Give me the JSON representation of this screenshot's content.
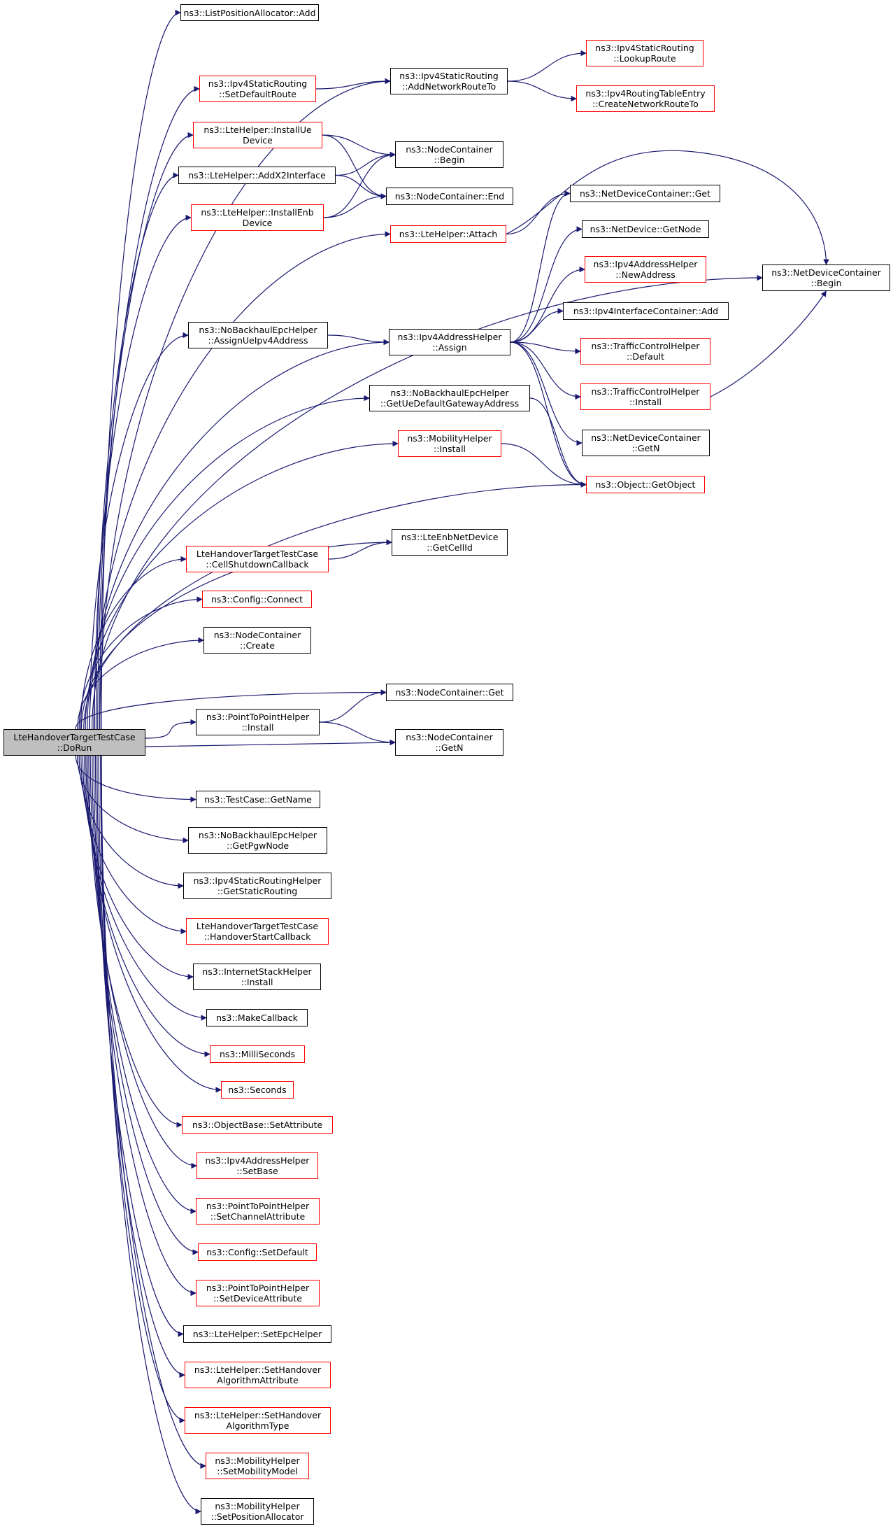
{
  "colors": {
    "edge": "#191970",
    "red_border": "#ff0000",
    "black_border": "#000000",
    "root_fill": "#bfbfbf"
  },
  "nodes": {
    "root": {
      "lines": [
        "LteHandoverTargetTestCase",
        "::DoRun"
      ]
    },
    "lpa_add": {
      "lines": [
        "ns3::ListPositionAllocator::Add"
      ]
    },
    "set_default_route": {
      "lines": [
        "ns3::Ipv4StaticRouting",
        "::SetDefaultRoute"
      ]
    },
    "add_network_route": {
      "lines": [
        "ns3::Ipv4StaticRouting",
        "::AddNetworkRouteTo"
      ]
    },
    "lookup_route": {
      "lines": [
        "ns3::Ipv4StaticRouting",
        "::LookupRoute"
      ]
    },
    "create_network_route": {
      "lines": [
        "ns3::Ipv4RoutingTableEntry",
        "::CreateNetworkRouteTo"
      ]
    },
    "install_ue": {
      "lines": [
        "ns3::LteHelper::InstallUe",
        "Device"
      ]
    },
    "add_x2": {
      "lines": [
        "ns3::LteHelper::AddX2Interface"
      ]
    },
    "install_enb": {
      "lines": [
        "ns3::LteHelper::InstallEnb",
        "Device"
      ]
    },
    "nc_begin": {
      "lines": [
        "ns3::NodeContainer",
        "::Begin"
      ]
    },
    "nc_end": {
      "lines": [
        "ns3::NodeContainer::End"
      ]
    },
    "attach": {
      "lines": [
        "ns3::LteHelper::Attach"
      ]
    },
    "ndc_get": {
      "lines": [
        "ns3::NetDeviceContainer::Get"
      ]
    },
    "nd_getnode": {
      "lines": [
        "ns3::NetDevice::GetNode"
      ]
    },
    "new_address": {
      "lines": [
        "ns3::Ipv4AddressHelper",
        "::NewAddress"
      ]
    },
    "ndc_begin": {
      "lines": [
        "ns3::NetDeviceContainer",
        "::Begin"
      ]
    },
    "ipv4ic_add": {
      "lines": [
        "ns3::Ipv4InterfaceContainer::Add"
      ]
    },
    "assign_ue": {
      "lines": [
        "ns3::NoBackhaulEpcHelper",
        "::AssignUeIpv4Address"
      ]
    },
    "ipv4ah_assign": {
      "lines": [
        "ns3::Ipv4AddressHelper",
        "::Assign"
      ]
    },
    "tch_default": {
      "lines": [
        "ns3::TrafficControlHelper",
        "::Default"
      ]
    },
    "tch_install": {
      "lines": [
        "ns3::TrafficControlHelper",
        "::Install"
      ]
    },
    "get_ue_gw": {
      "lines": [
        "ns3::NoBackhaulEpcHelper",
        "::GetUeDefaultGatewayAddress"
      ]
    },
    "mobility_install": {
      "lines": [
        "ns3::MobilityHelper",
        "::Install"
      ]
    },
    "ndc_getn": {
      "lines": [
        "ns3::NetDeviceContainer",
        "::GetN"
      ]
    },
    "get_object": {
      "lines": [
        "ns3::Object::GetObject"
      ]
    },
    "enb_cellid": {
      "lines": [
        "ns3::LteEnbNetDevice",
        "::GetCellId"
      ]
    },
    "cell_shutdown": {
      "lines": [
        "LteHandoverTargetTestCase",
        "::CellShutdownCallback"
      ]
    },
    "config_connect": {
      "lines": [
        "ns3::Config::Connect"
      ]
    },
    "nc_create": {
      "lines": [
        "ns3::NodeContainer",
        "::Create"
      ]
    },
    "nc_get": {
      "lines": [
        "ns3::NodeContainer::Get"
      ]
    },
    "p2p_install": {
      "lines": [
        "ns3::PointToPointHelper",
        "::Install"
      ]
    },
    "nc_getn": {
      "lines": [
        "ns3::NodeContainer",
        "::GetN"
      ]
    },
    "tc_getname": {
      "lines": [
        "ns3::TestCase::GetName"
      ]
    },
    "get_pgw": {
      "lines": [
        "ns3::NoBackhaulEpcHelper",
        "::GetPgwNode"
      ]
    },
    "get_static_routing": {
      "lines": [
        "ns3::Ipv4StaticRoutingHelper",
        "::GetStaticRouting"
      ]
    },
    "handover_start": {
      "lines": [
        "LteHandoverTargetTestCase",
        "::HandoverStartCallback"
      ]
    },
    "ish_install": {
      "lines": [
        "ns3::InternetStackHelper",
        "::Install"
      ]
    },
    "make_callback": {
      "lines": [
        "ns3::MakeCallback"
      ]
    },
    "milliseconds": {
      "lines": [
        "ns3::MilliSeconds"
      ]
    },
    "seconds": {
      "lines": [
        "ns3::Seconds"
      ]
    },
    "set_attribute": {
      "lines": [
        "ns3::ObjectBase::SetAttribute"
      ]
    },
    "set_base": {
      "lines": [
        "ns3::Ipv4AddressHelper",
        "::SetBase"
      ]
    },
    "set_channel_attr": {
      "lines": [
        "ns3::PointToPointHelper",
        "::SetChannelAttribute"
      ]
    },
    "config_setdefault": {
      "lines": [
        "ns3::Config::SetDefault"
      ]
    },
    "set_device_attr": {
      "lines": [
        "ns3::PointToPointHelper",
        "::SetDeviceAttribute"
      ]
    },
    "set_epc_helper": {
      "lines": [
        "ns3::LteHelper::SetEpcHelper"
      ]
    },
    "set_ho_attr": {
      "lines": [
        "ns3::LteHelper::SetHandover",
        "AlgorithmAttribute"
      ]
    },
    "set_ho_type": {
      "lines": [
        "ns3::LteHelper::SetHandover",
        "AlgorithmType"
      ]
    },
    "set_mobility_model": {
      "lines": [
        "ns3::MobilityHelper",
        "::SetMobilityModel"
      ]
    },
    "set_position_alloc": {
      "lines": [
        "ns3::MobilityHelper",
        "::SetPositionAllocator"
      ]
    }
  }
}
